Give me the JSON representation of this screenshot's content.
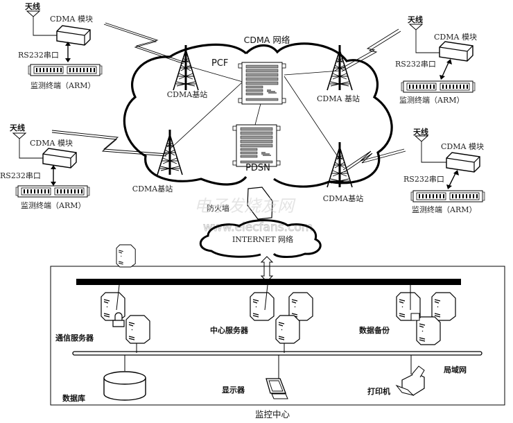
{
  "diagram": {
    "cloud_label": "CDMA 网络",
    "pcf_label": "PCF",
    "pdsn_label": "PDSN",
    "base_stations": [
      {
        "label": "CDMA基站"
      },
      {
        "label": "CDMA 基站"
      },
      {
        "label": "CDMA基站"
      },
      {
        "label": "CDMA基站"
      }
    ],
    "terminals": [
      {
        "antenna": "天线",
        "module": "CDMA 模块",
        "port": "RS232串口",
        "terminal": "监测终端（ARM）"
      },
      {
        "antenna": "天线",
        "module": "CDMA 模块",
        "port": "RS232串口",
        "terminal": "监测终端（ARM）"
      },
      {
        "antenna": "天线",
        "module": "CDMA 模块",
        "port": "RS232串口",
        "terminal": "监测终端（ARM）"
      },
      {
        "antenna": "天线",
        "module": "CDMA 模块",
        "port": "RS232串口",
        "terminal": "监测终端（ARM）"
      }
    ],
    "firewall_label": "防火墙",
    "internet_label": "INTERNET 网络",
    "watermark_cn": "电子发烧友网",
    "watermark_url": "www.elecfans.com",
    "center": {
      "title": "监控中心",
      "comm_server": "通信服务器",
      "center_server": "中心服务器",
      "backup": "数据备份",
      "database": "数据库",
      "display": "显示器",
      "printer": "打印机",
      "lan": "局域网"
    }
  }
}
